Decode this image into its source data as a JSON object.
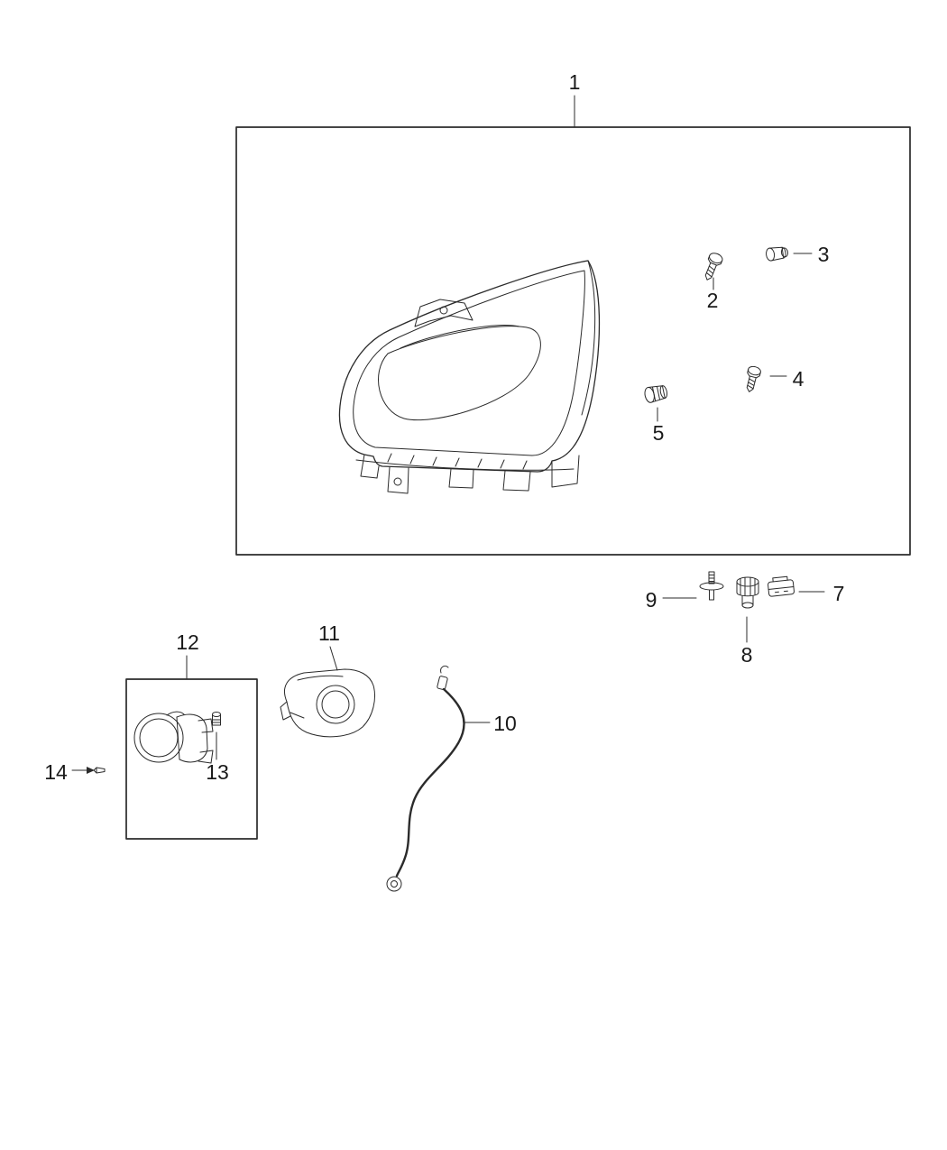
{
  "page": {
    "background": "#ffffff",
    "line_color": "#2b2b2b"
  },
  "diagram": {
    "callouts": {
      "c1": "1",
      "c2": "2",
      "c3": "3",
      "c4": "4",
      "c5": "5",
      "c7": "7",
      "c8": "8",
      "c9": "9",
      "c10": "10",
      "c11": "11",
      "c12": "12",
      "c13": "13",
      "c14": "14"
    }
  }
}
